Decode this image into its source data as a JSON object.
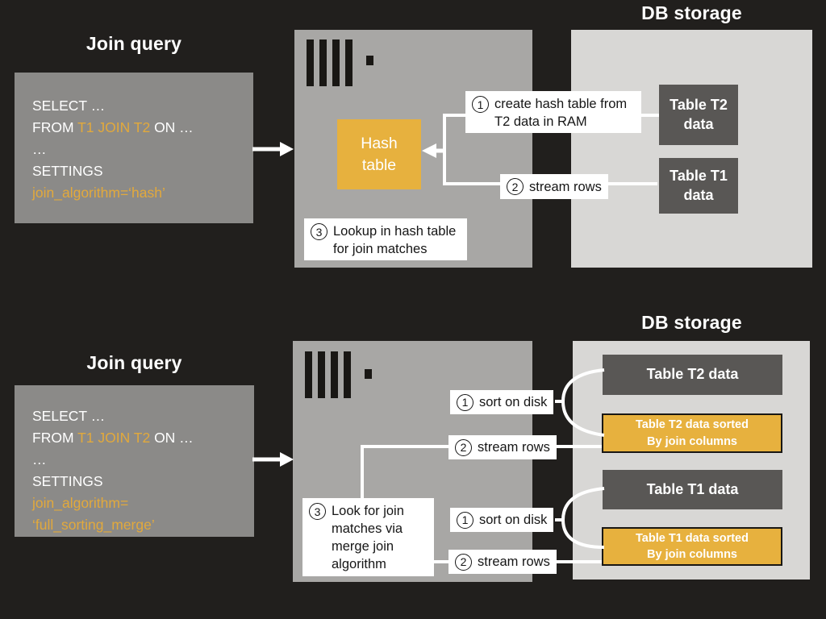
{
  "colors": {
    "background": "#211f1d",
    "accent_orange": "#e7b13e",
    "query_gray": "#8b8a88",
    "server_gray": "#a8a7a5",
    "storage_gray": "#d8d7d5",
    "table_dark_gray": "#595755",
    "line_white": "#ffffff"
  },
  "sections": {
    "hash": {
      "query_title": "Join query",
      "sql": {
        "l1": "SELECT …",
        "l2a": "FROM ",
        "l2b": "T1 JOIN T2",
        "l2c": " ON …",
        "l3": "…",
        "l4": "SETTINGS",
        "l5": "join_algorithm=‘hash’"
      },
      "server": {
        "logo_icon": "clickhouse-logo",
        "hash_table": "Hash table"
      },
      "db_title": "DB storage",
      "db_tables": {
        "t2": "Table T2 data",
        "t1": "Table T1 data"
      },
      "steps": {
        "create_hash": {
          "num": "1",
          "text": "create hash table from T2 data in RAM"
        },
        "stream_rows": {
          "num": "2",
          "text": "stream rows"
        },
        "lookup": {
          "num": "3",
          "text": "Lookup in hash table for join matches"
        }
      }
    },
    "merge": {
      "query_title": "Join query",
      "sql": {
        "l1": "SELECT …",
        "l2a": "FROM ",
        "l2b": "T1 JOIN T2",
        "l2c": " ON …",
        "l3": "…",
        "l4": "SETTINGS",
        "l5": "join_algorithm=",
        "l6": "‘full_sorting_merge’"
      },
      "server": {
        "logo_icon": "clickhouse-logo"
      },
      "db_title": "DB storage",
      "db_tables": {
        "t2": "Table T2 data",
        "t2_sorted_l1": "Table T2 data sorted",
        "t2_sorted_l2": "By join columns",
        "t1": "Table T1 data",
        "t1_sorted_l1": "Table T1 data sorted",
        "t1_sorted_l2": "By join columns"
      },
      "steps": {
        "sort_t2": {
          "num": "1",
          "text": "sort on disk"
        },
        "stream_t2": {
          "num": "2",
          "text": "stream rows"
        },
        "lookup": {
          "num": "3",
          "text": "Look for join matches via merge join algorithm"
        },
        "sort_t1": {
          "num": "1",
          "text": "sort on disk"
        },
        "stream_t1": {
          "num": "2",
          "text": "stream rows"
        }
      }
    }
  }
}
